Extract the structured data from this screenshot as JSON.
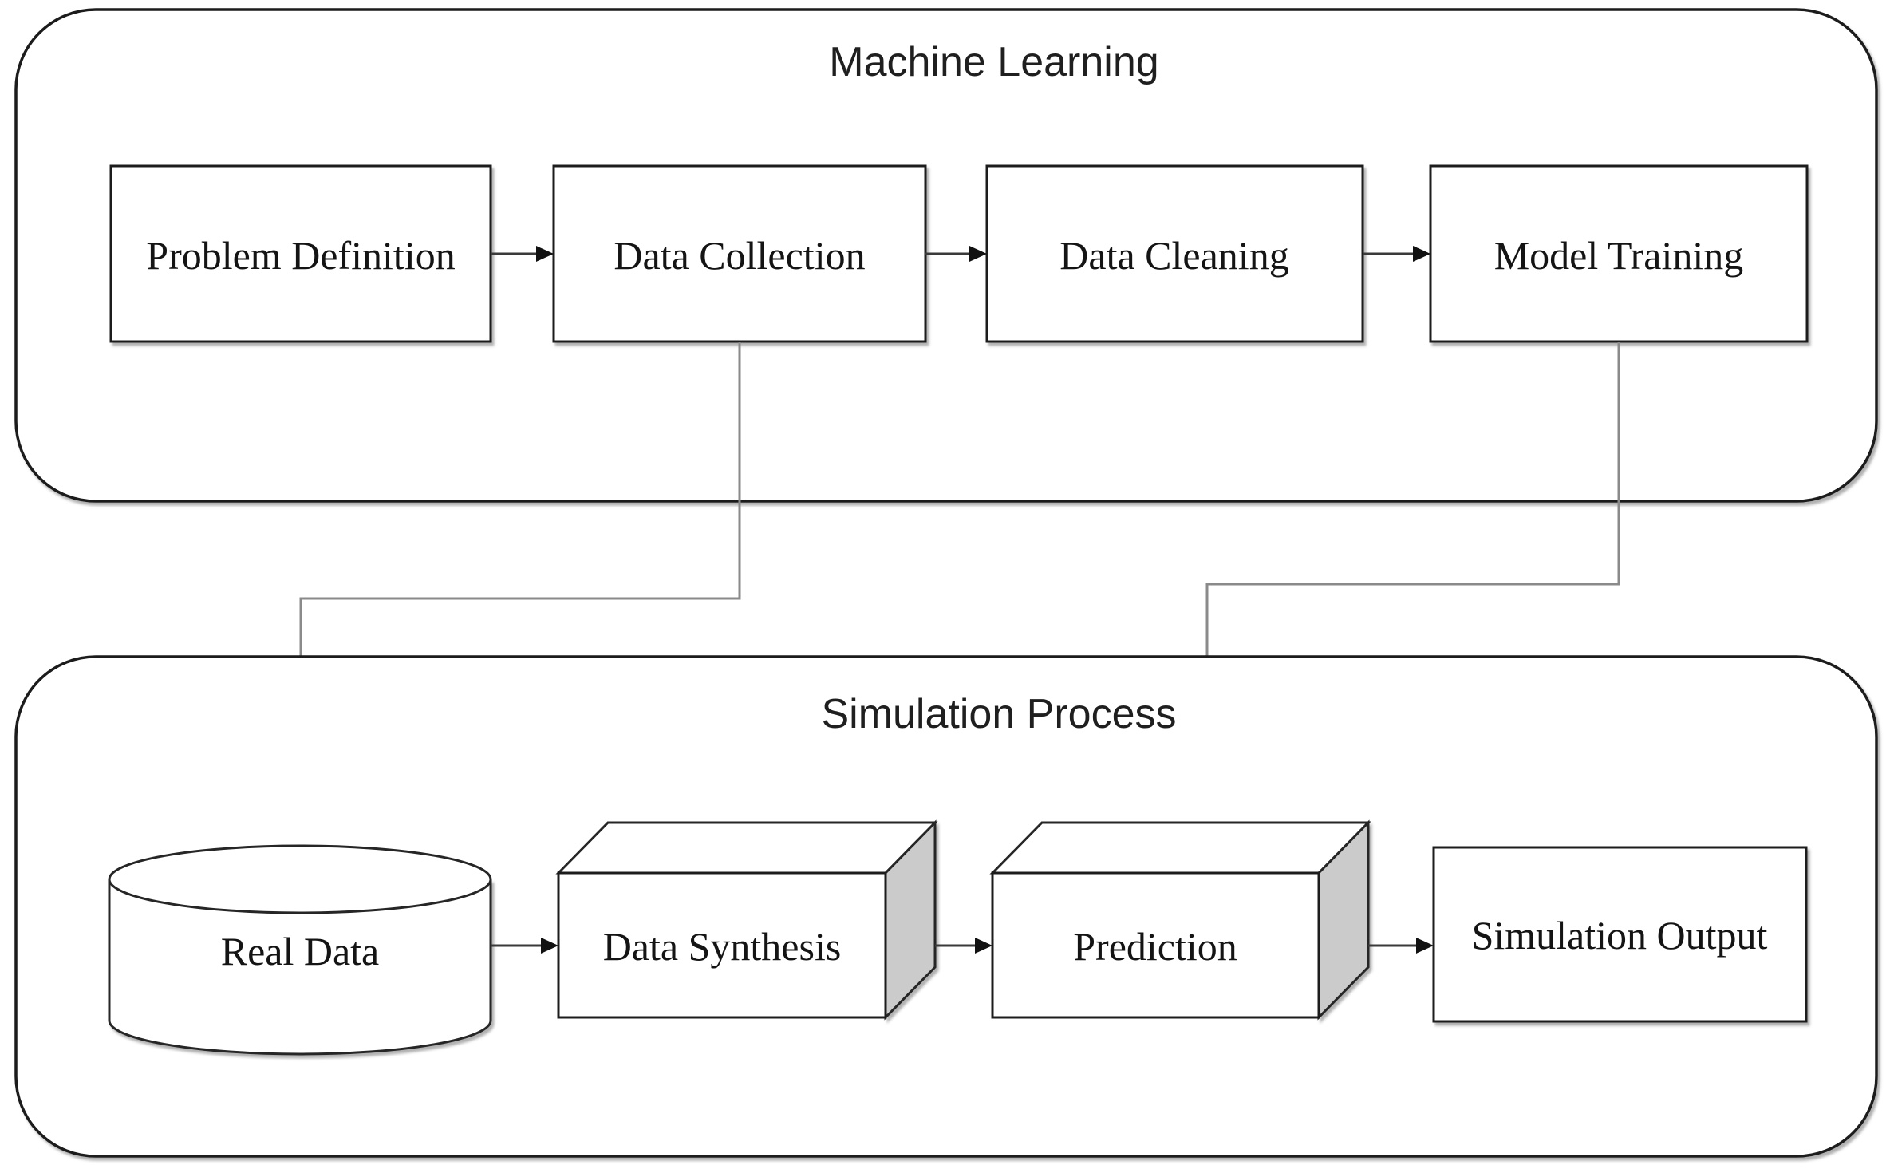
{
  "diagram": {
    "ml": {
      "title": "Machine Learning",
      "boxes": [
        {
          "label": "Problem Definition"
        },
        {
          "label": "Data Collection"
        },
        {
          "label": "Data Cleaning"
        },
        {
          "label": "Model Training"
        }
      ]
    },
    "sim": {
      "title": "Simulation Process",
      "nodes": [
        {
          "label": "Real Data",
          "shape": "cylinder"
        },
        {
          "label": "Data Synthesis",
          "shape": "cube"
        },
        {
          "label": "Prediction",
          "shape": "cube"
        },
        {
          "label": "Simulation Output",
          "shape": "rectangle"
        }
      ]
    },
    "connections": [
      {
        "from": "Problem Definition",
        "to": "Data Collection"
      },
      {
        "from": "Data Collection",
        "to": "Data Cleaning"
      },
      {
        "from": "Data Cleaning",
        "to": "Model Training"
      },
      {
        "from": "Data Collection",
        "to": "Real Data"
      },
      {
        "from": "Model Training",
        "to": "Prediction"
      },
      {
        "from": "Real Data",
        "to": "Data Synthesis"
      },
      {
        "from": "Data Synthesis",
        "to": "Prediction"
      },
      {
        "from": "Prediction",
        "to": "Simulation Output"
      }
    ],
    "colors": {
      "outline": "#1c1c1c",
      "cube_side_fill": "#cbcbcb",
      "connector_gray": "#8a8a8a",
      "arrow_dark": "#111111",
      "text": "#141414",
      "background": "#ffffff"
    }
  }
}
